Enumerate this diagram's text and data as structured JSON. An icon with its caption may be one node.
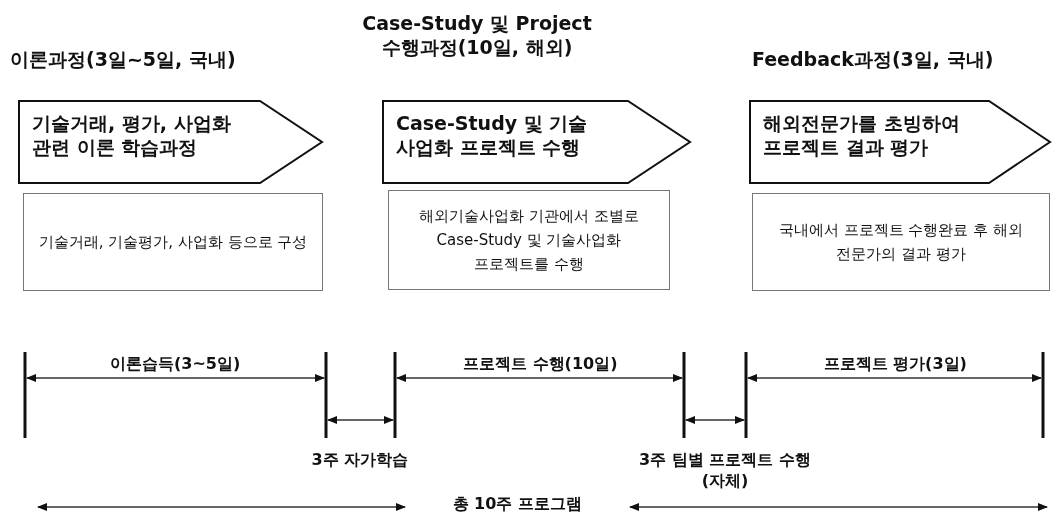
{
  "diagram": {
    "nodes": [
      {
        "text": [
          "이론과정(3일~5일, 국내)",
          "기술거래, 평가, 사업화 관련 이론 학습과정"
        ]
      },
      {
        "text": [
          "Case-Study 및 Project 수행과정(10일, 해외)",
          "Case-Study 및 기술 사업화 프로젝트 수행"
        ]
      },
      {
        "text": [
          "Feedback과정(3일, 국내)",
          "해외전문가를 초빙하여 프로젝트 결과 평가"
        ]
      },
      {
        "text": [
          "기술거래, 기술평가, 사업화 등으로 구성"
        ]
      },
      {
        "text": [
          "해외기술사업화 기관에서 조별로 Case-Study 및 기술사업화 프로젝트를 수행"
        ]
      },
      {
        "text": [
          "국내에서 프로젝트 수행완료 후 해외 전문가의 결과 평가"
        ]
      }
    ],
    "labels": [
      "이론습득(3~5일)",
      "프로젝트 수행(10일)",
      "프로젝트 평가(3일)",
      "3주 자가학습",
      "3주 팀별 프로젝트 수행 (자체)",
      "총 10주 프로그램"
    ]
  }
}
